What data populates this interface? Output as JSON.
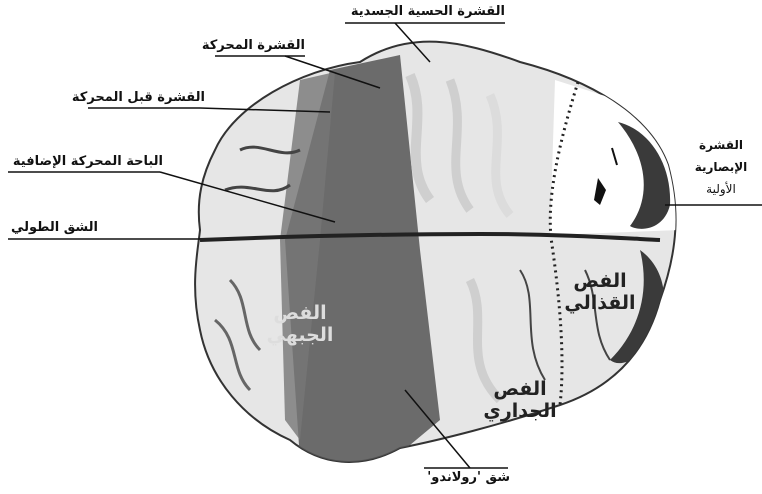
{
  "labels": {
    "somatosensory_cortex": "القشرة الحسية الجسدية",
    "motor_cortex": "القشرة المحركة",
    "premotor_cortex": "القشرة قبل المحركة",
    "supplementary_motor_area": "الباحة المحركة الإضافية",
    "longitudinal_fissure": "الشق الطولي",
    "primary_visual_cortex": [
      "القشرة",
      "الإبصارية",
      "الأولية"
    ],
    "occipital_lobe": [
      "الفص",
      "القذالي"
    ],
    "parietal_lobe": [
      "الفص",
      "الجداري"
    ],
    "frontal_lobe": [
      "الفص",
      "الجبهي"
    ],
    "rolandic_fissure": "شق 'رولاندو'"
  },
  "colors": {
    "ink": "#111111",
    "brain_light": "#e6e6e6",
    "brain_dark": "#4a4a4a",
    "brain_mid": "#8a8a8a",
    "background": "#ffffff"
  }
}
